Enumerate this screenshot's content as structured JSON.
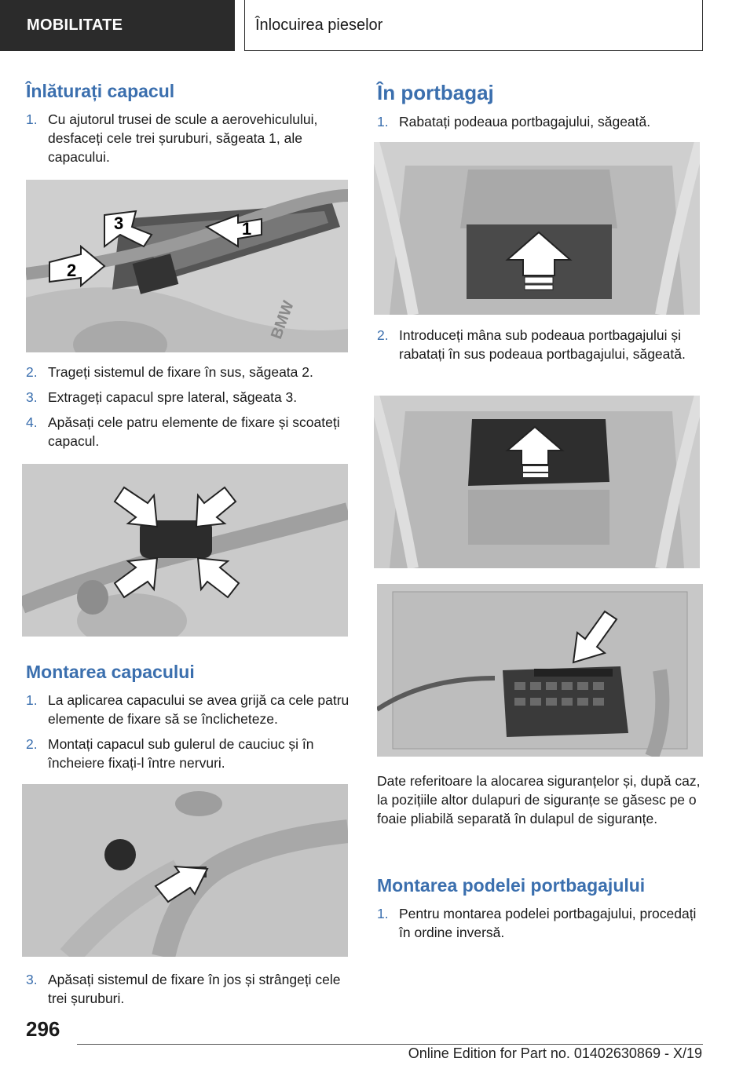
{
  "header": {
    "section": "MOBILITATE",
    "topic": "Înlocuirea pieselor"
  },
  "left": {
    "remove_title": "Înlăturați capacul",
    "remove_steps": [
      {
        "num": "1.",
        "text": "Cu ajutorul trusei de scule a aerovehiculului, desfaceți cele trei șuruburi, săgeata 1, ale capacului."
      },
      {
        "num": "2.",
        "text": "Trageți sistemul de fixare în sus, săgeata 2."
      },
      {
        "num": "3.",
        "text": "Extrageți capacul spre lateral, săgeata 3."
      },
      {
        "num": "4.",
        "text": "Apăsați cele patru elemente de fixare și scoateți capacul."
      }
    ],
    "fig1_labels": [
      "1",
      "2",
      "3"
    ],
    "fig1_logo": "BMW",
    "mount_title": "Montarea capacului",
    "mount_steps": [
      {
        "num": "1.",
        "text": "La aplicarea capacului se avea grijă ca cele patru elemente de fixare să se înclicheteze."
      },
      {
        "num": "2.",
        "text": "Montați capacul sub gulerul de cauciuc și în încheiere fixați-l între nervuri."
      },
      {
        "num": "3.",
        "text": "Apăsați sistemul de fixare în jos și strângeți cele trei șuruburi."
      }
    ]
  },
  "right": {
    "trunk_title": "În portbagaj",
    "trunk_steps": [
      {
        "num": "1.",
        "text": "Rabatați podeaua portbagajului, săgeată."
      },
      {
        "num": "2.",
        "text": "Introduceți mâna sub podeaua portbagajului și rabatați în sus podeaua portbagajului, săgeată."
      }
    ],
    "fuse_note": "Date referitoare la alocarea siguranțelor și, după caz, la pozițiile altor dulapuri de siguranțe se găsesc pe o foaie pliabilă separată în dulapul de siguranțe.",
    "floor_title": "Montarea podelei portbagajului",
    "floor_steps": [
      {
        "num": "1.",
        "text": "Pentru montarea podelei portbagajului, procedați în ordine inversă."
      }
    ]
  },
  "page_number": "296",
  "footer": "Online Edition for Part no. 01402630869 - X/19",
  "colors": {
    "accent": "#3b6fae",
    "header_bg": "#2b2b2b"
  }
}
